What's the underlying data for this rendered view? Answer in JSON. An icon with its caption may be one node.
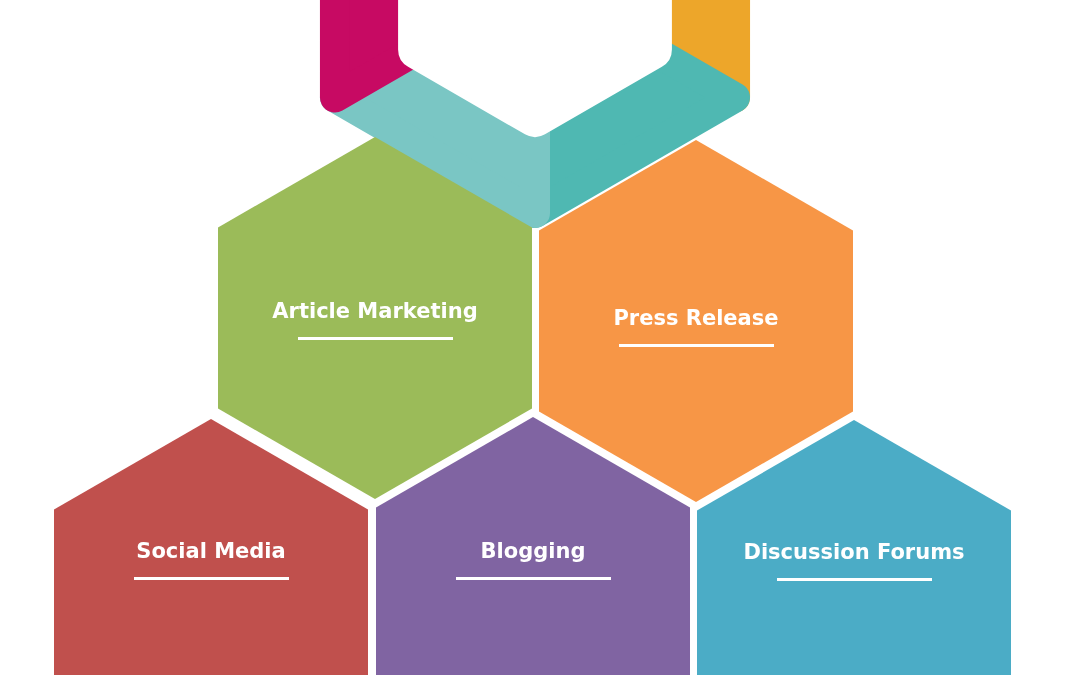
{
  "diagram": {
    "nodes": [
      {
        "text": [],
        "shape": "hexagon"
      },
      {
        "text": [
          "Article Marketing"
        ]
      },
      {
        "text": [
          "Press Release"
        ]
      },
      {
        "text": [
          "Social Media"
        ]
      },
      {
        "text": [
          "Blogging"
        ]
      },
      {
        "text": [
          "Discussion Forums"
        ]
      }
    ]
  }
}
